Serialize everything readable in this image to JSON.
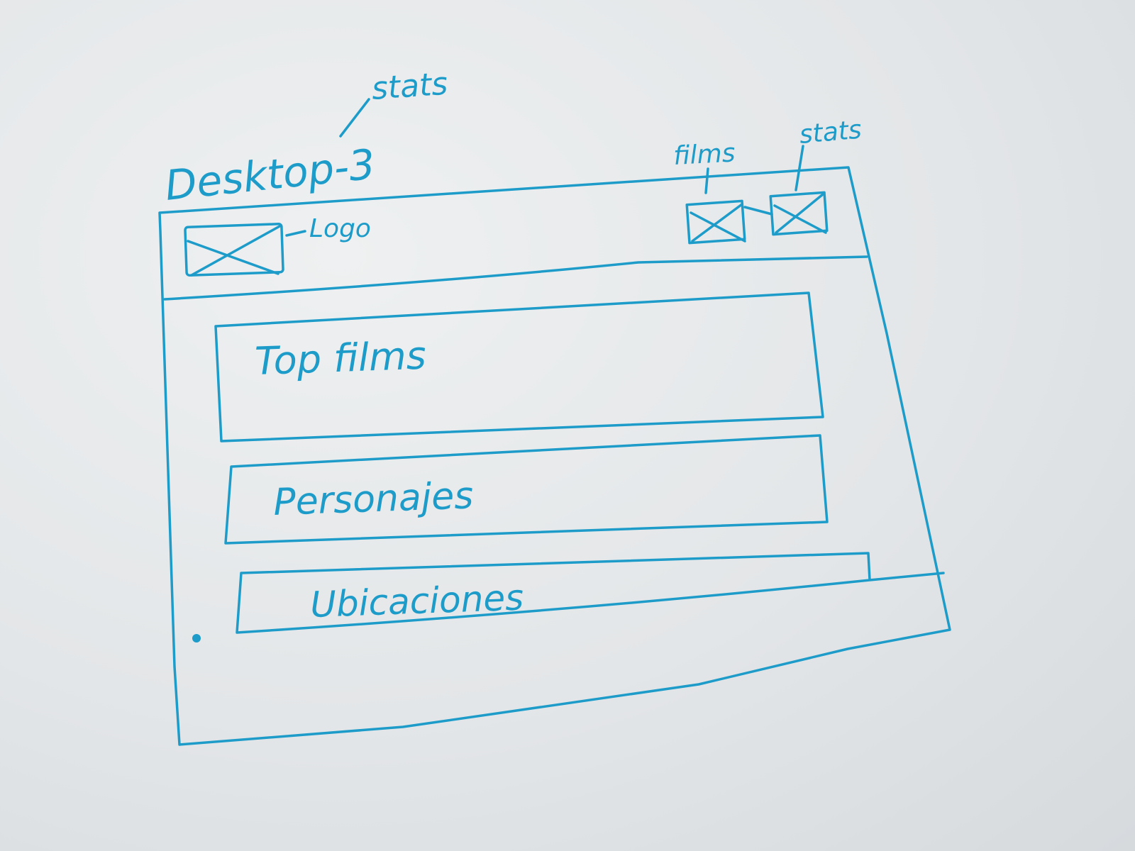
{
  "sketch": {
    "frame_title": "Desktop-3",
    "frame_title_note": "stats",
    "logo_label": "Logo",
    "nav_films_label": "films",
    "nav_stats_label": "stats",
    "sections": [
      {
        "label": "Top films"
      },
      {
        "label": "Personajes"
      },
      {
        "label": "Ubicaciones"
      }
    ]
  },
  "colors": {
    "ink": "#1e9cc9",
    "paper": "#e6e8ea"
  }
}
